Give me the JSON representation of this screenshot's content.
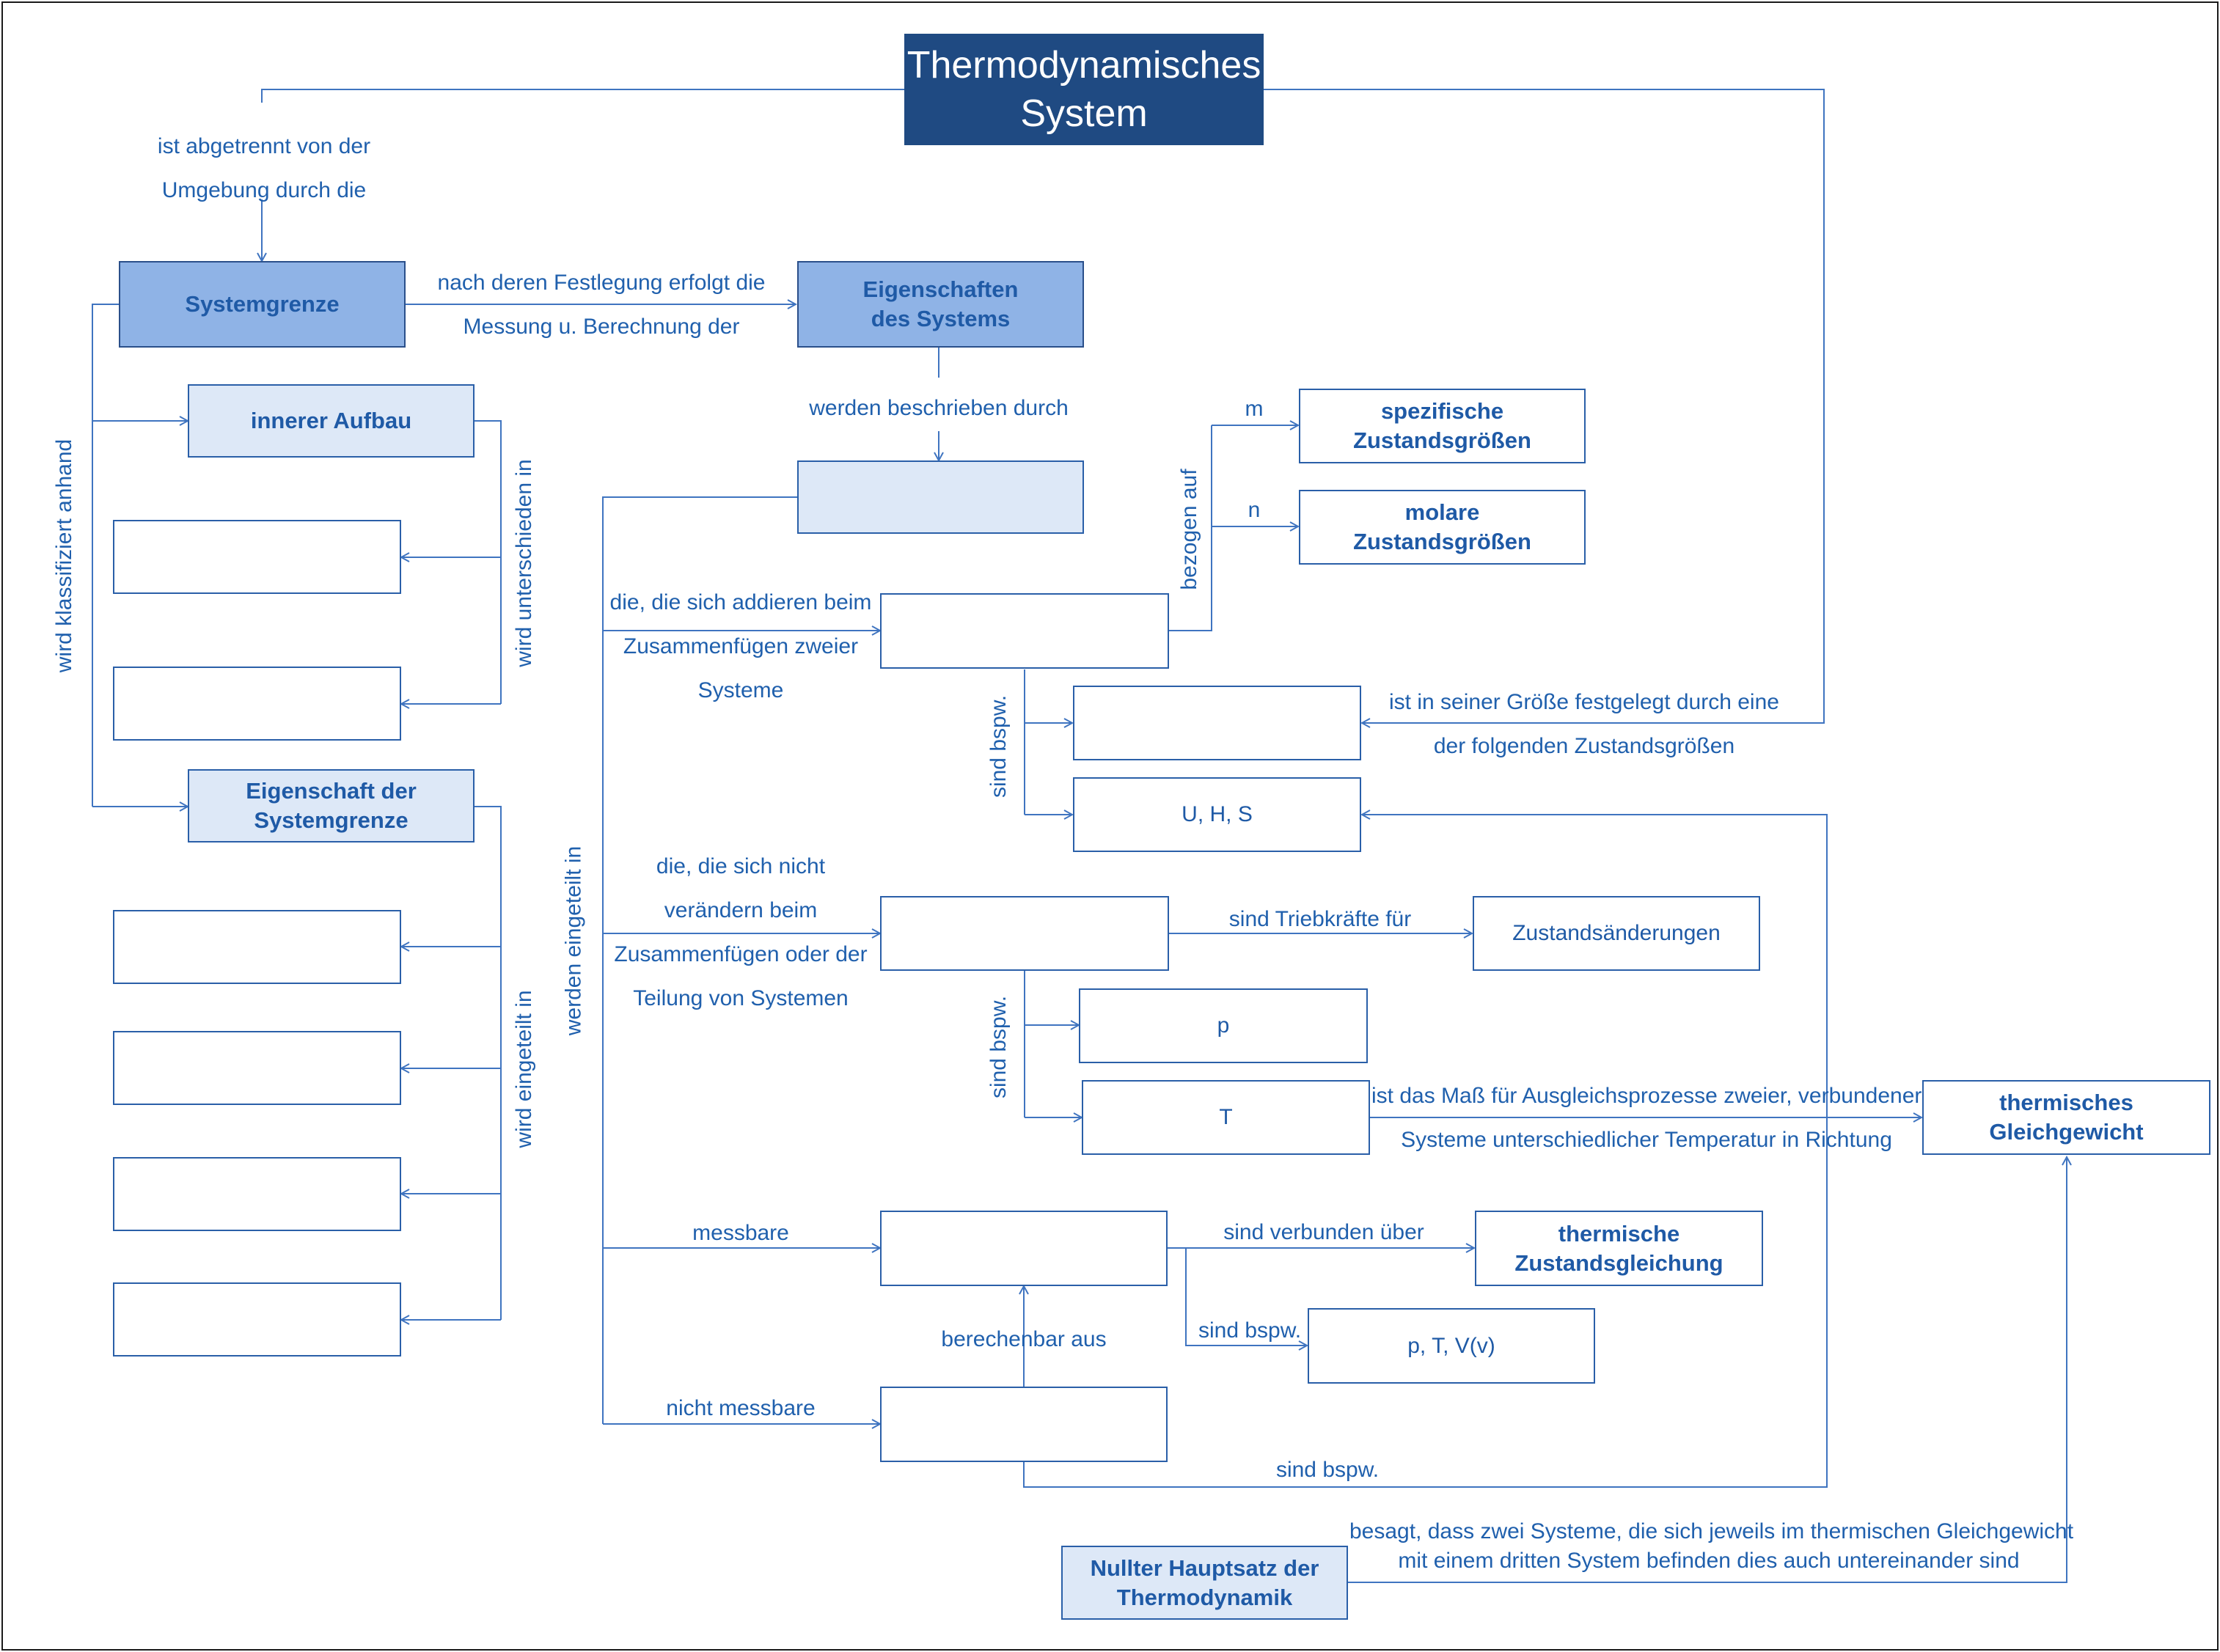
{
  "title": [
    "Thermodynamisches",
    "System"
  ],
  "nodes": {
    "systemgrenze": "Systemgrenze",
    "eigenschaften": [
      "Eigenschaften",
      "des Systems"
    ],
    "innerer_aufbau": "innerer Aufbau",
    "eigenschaft_grenze": [
      "Eigenschaft der",
      "Systemgrenze"
    ],
    "spezifische": [
      "spezifische",
      "Zustandsgrößen"
    ],
    "molare": [
      "molare",
      "Zustandsgrößen"
    ],
    "u_h_s": "U, H, S",
    "zustandsaenderungen": "Zustandsänderungen",
    "p": "p",
    "t": "T",
    "thermisches_gleichgewicht": [
      "thermisches",
      "Gleichgewicht"
    ],
    "thermische_zustandsgleichung": [
      "thermische",
      "Zustandsgleichung"
    ],
    "p_t_v": "p, T, V(v)",
    "nullter_hauptsatz": [
      "Nullter Hauptsatz der",
      "Thermodynamik"
    ]
  },
  "labels": {
    "abgetrennt": [
      "ist abgetrennt von der",
      "Umgebung durch die"
    ],
    "festlegung": [
      "nach deren Festlegung erfolgt die",
      "Messung u. Berechnung der"
    ],
    "beschrieben": "werden beschrieben durch",
    "klassifiziert": "wird klassifiziert anhand",
    "unterschieden": "wird unterschieden in",
    "eingeteilt_grenze": "wird eingeteilt in",
    "eingeteilt": "werden eingeteilt in",
    "addieren": [
      "die, die sich addieren beim",
      "Zusammenfügen zweier",
      "Systeme"
    ],
    "nicht_veraendern": [
      "die, die sich nicht",
      "verändern beim",
      "Zusammenfügen oder der",
      "Teilung von Systemen"
    ],
    "messbare": "messbare",
    "nicht_messbare": "nicht messbare",
    "bezogen_auf": "bezogen auf",
    "m": "m",
    "n": "n",
    "sind_bspw_1": "sind bspw.",
    "sind_bspw_2": "sind bspw.",
    "sind_bspw_3": "sind bspw.",
    "sind_bspw_4": "sind bspw.",
    "festgelegt": [
      "ist in seiner Größe festgelegt durch eine",
      "der folgenden Zustandsgrößen"
    ],
    "triebkraefte": "sind Triebkräfte für",
    "mass": [
      "ist das Maß für Ausgleichsprozesse zweier, verbundener",
      "Systeme unterschiedlicher Temperatur in Richtung"
    ],
    "verbunden": "sind verbunden über",
    "berechenbar": "berechenbar aus",
    "besagt": [
      "besagt, dass zwei Systeme, die sich jeweils im thermischen Gleichgewicht",
      "mit einem dritten System befinden dies auch untereinander sind"
    ]
  },
  "colors": {
    "line": "#3f74c0",
    "text": "#2060ad",
    "title_fill": "#1f4a82",
    "mid_fill": "#8fb3e6",
    "light_fill": "#dde8f7"
  }
}
